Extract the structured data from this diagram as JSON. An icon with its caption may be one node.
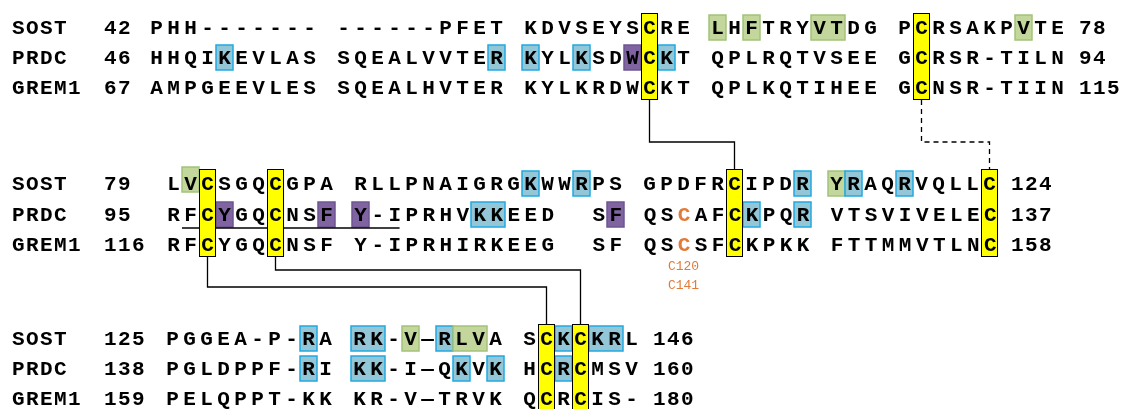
{
  "diagram": {
    "nodes": [
      {
        "text": [],
        "shape": "bar"
      },
      {
        "text": [],
        "shape": "bar"
      },
      {
        "text": [],
        "shape": "bar"
      },
      {
        "text": [],
        "shape": "bar"
      },
      {
        "text": [],
        "shape": "bar"
      },
      {
        "text": [],
        "shape": "bar"
      },
      {
        "text": [],
        "shape": "bar"
      },
      {
        "text": [],
        "shape": "bar"
      }
    ],
    "edges": [
      {
        "from": 0,
        "to": 4,
        "arrow": "none"
      },
      {
        "from": 1,
        "to": 5,
        "arrow": "none",
        "style": "dashed"
      },
      {
        "from": 2,
        "to": 6,
        "arrow": "none"
      },
      {
        "from": 3,
        "to": 7,
        "arrow": "none"
      }
    ],
    "labels": [
      "SOST",
      "42",
      "PHH------- ------PFET KDVSEYSCRE LHFTRYVTDG PCRSAKPVTE",
      "78",
      "PRDC",
      "46",
      "HHQIKEVLAS SQEALVVTER KYLKSDWCKT QPLRQTVSEE GCRSR-TILN",
      "94",
      "GREM1",
      "67",
      "AMPGEEVLES SQEALHVTER KYLKRDWCKT QPLKQTIHEE GCNSR-TIIN",
      "115",
      "SOST",
      "79",
      "LVCSGQCGPA RLLPNAIGRGKWWRPS GPDFRCIPDR YRAQRVQLLC",
      "124",
      "PRDC",
      "95",
      "RFCYGQCNSF Y-IPRHVKKEED  SF QSCAFCKPQR VTSVIVELEC",
      "137",
      "GREM1",
      "116",
      "RFCYGQCNSF Y-IPRHIRKEEG  SF QSCSFCKPKK FTTMMVTLNC",
      "158",
      "C120",
      "C141",
      "SOST",
      "125",
      "PGGEA-P-RA RK-V—RLVA SCKCKRL",
      "146",
      "PRDC",
      "138",
      "PGLDPPF-RI KK-I—QKVK HCRCMSV",
      "160",
      "GREM1",
      "159",
      "PELQPPT-KK KR-V—TRVK QCRCIS-",
      "180"
    ]
  }
}
